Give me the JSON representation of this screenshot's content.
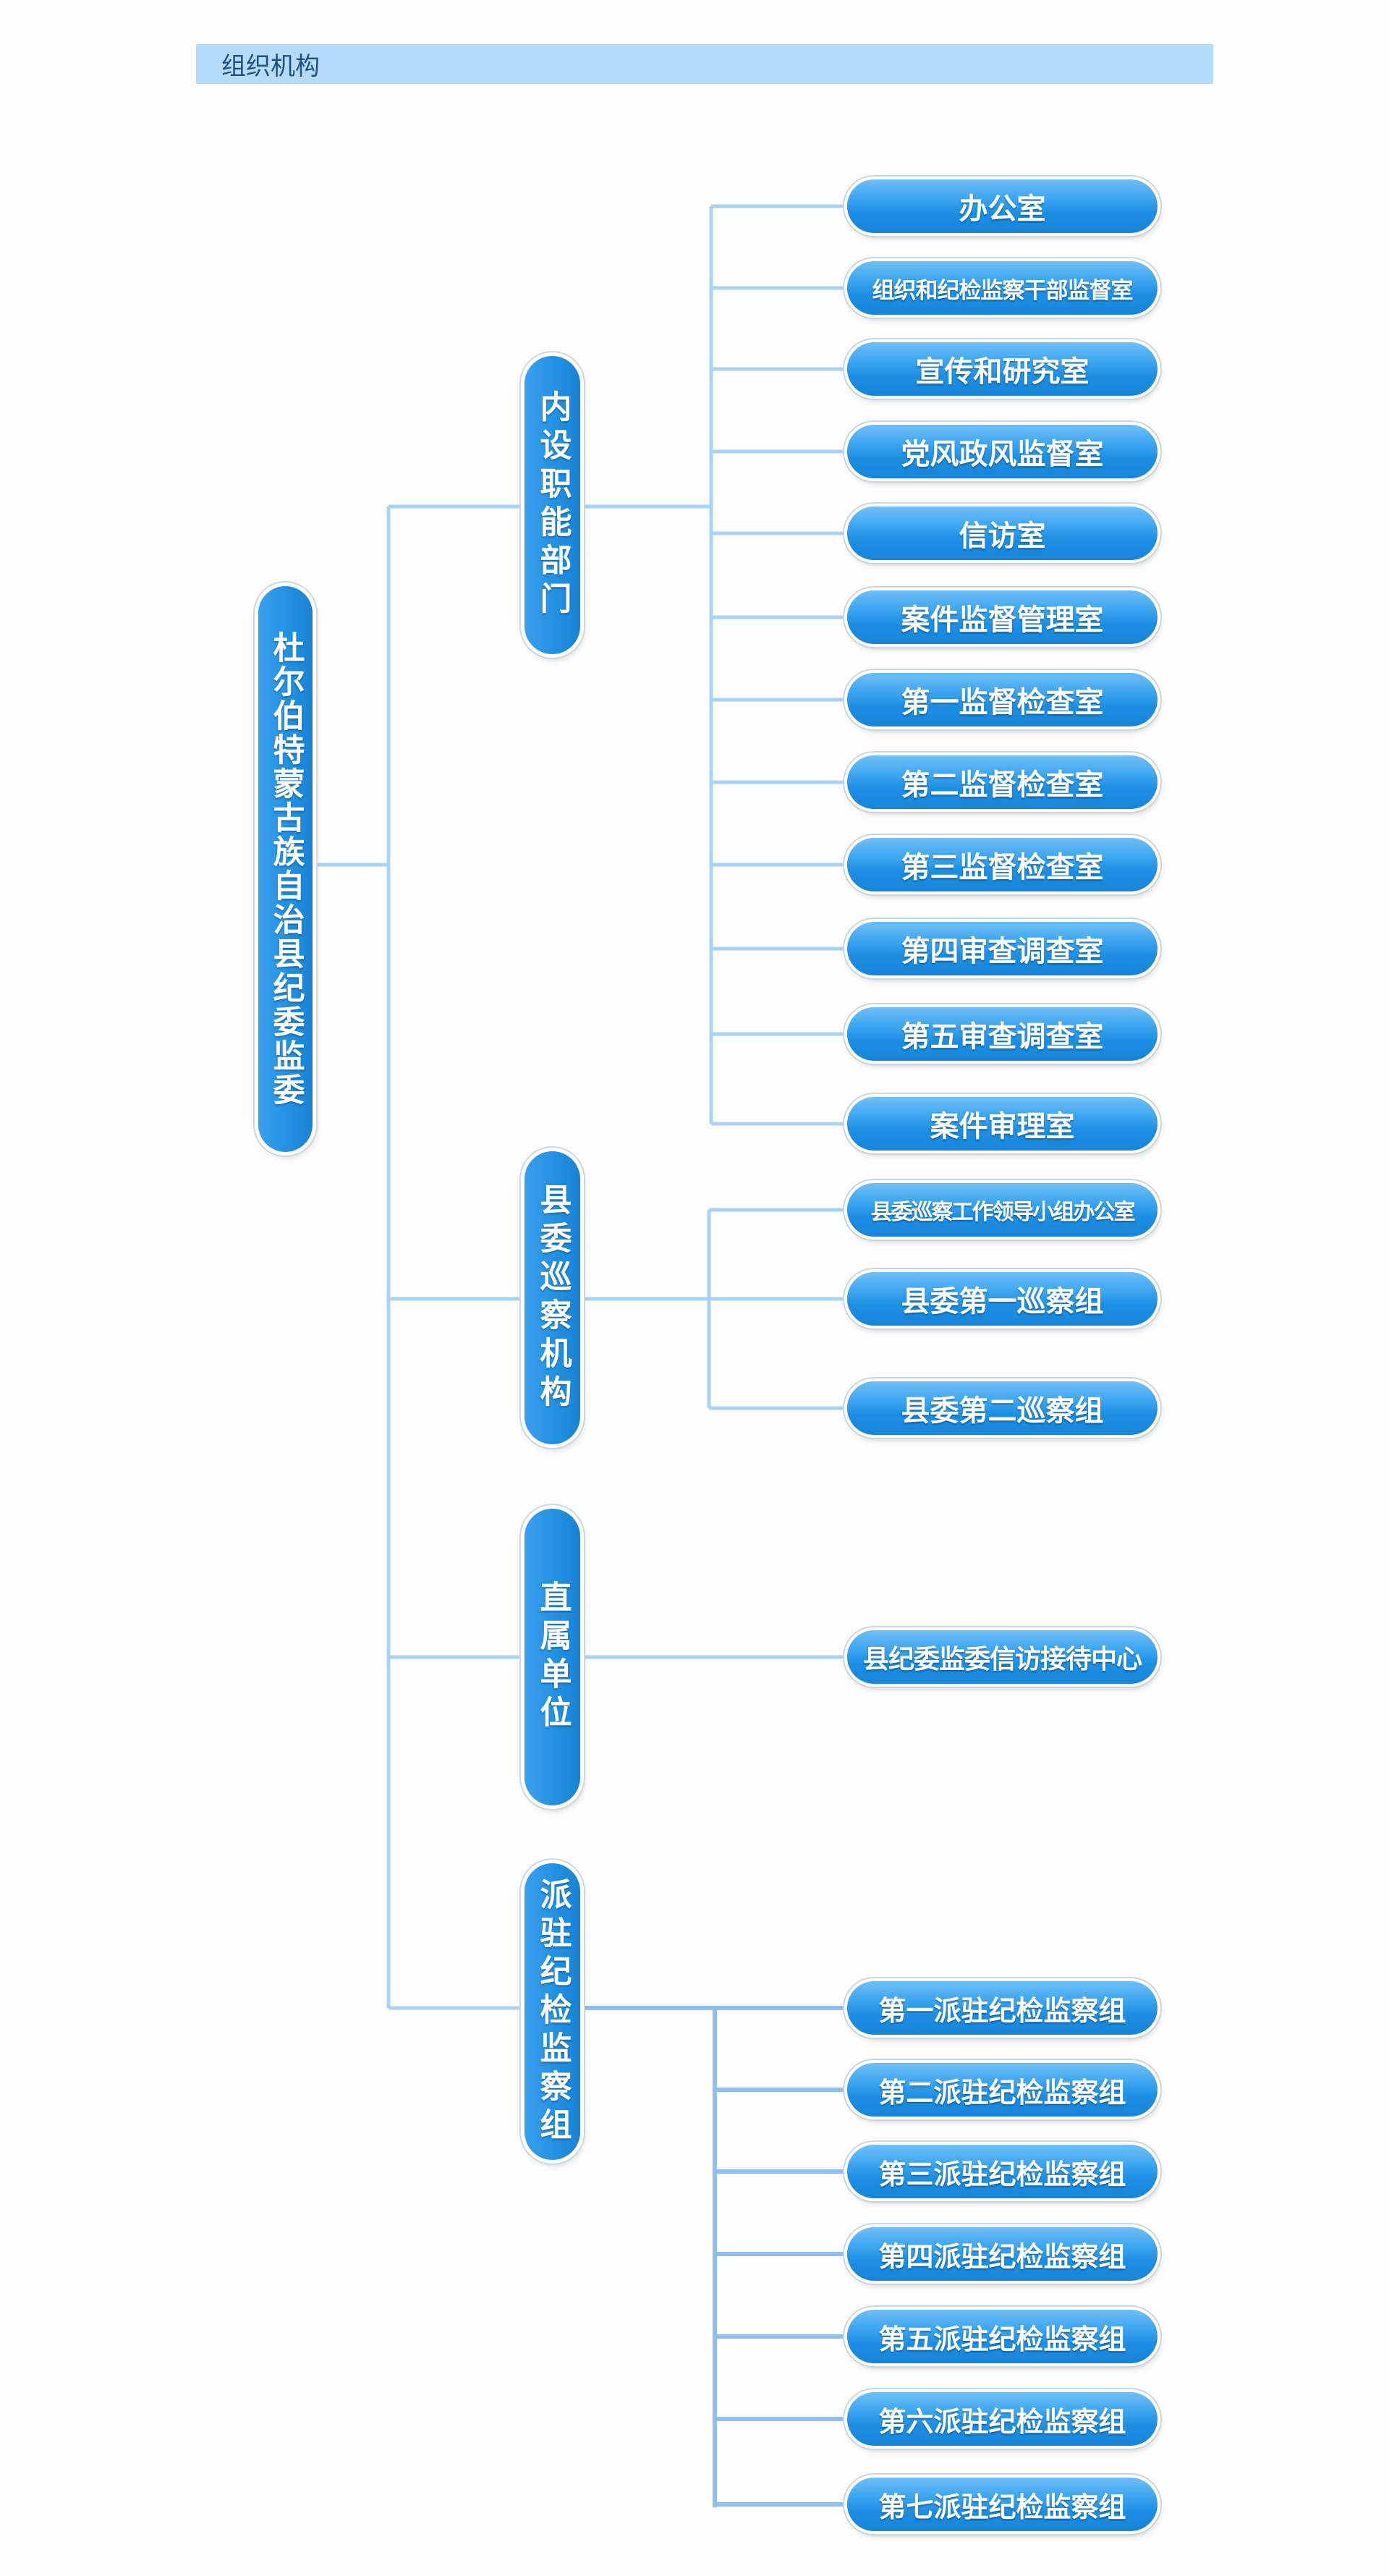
{
  "header": {
    "title": "组织机构"
  },
  "colors": {
    "header_bg": "#b5dcfd",
    "pill_blue": "#2291e2",
    "connector": "#a9d3f5"
  },
  "root": {
    "label": "杜尔伯特蒙古族自治县纪委监委"
  },
  "sections": [
    {
      "label": "内设职能部门",
      "children": [
        "办公室",
        "组织和纪检监察干部监督室",
        "宣传和研究室",
        "党风政风监督室",
        "信访室",
        "案件监督管理室",
        "第一监督检查室",
        "第二监督检查室",
        "第三监督检查室",
        "第四审查调查室",
        "第五审查调查室",
        "案件审理室"
      ]
    },
    {
      "label": "县委巡察机构",
      "children": [
        "县委巡察工作领导小组办公室",
        "县委第一巡察组",
        "县委第二巡察组"
      ]
    },
    {
      "label": "直属单位",
      "children": [
        "县纪委监委信访接待中心"
      ]
    },
    {
      "label": "派驻纪检监察组",
      "children": [
        "第一派驻纪检监察组",
        "第二派驻纪检监察组",
        "第三派驻纪检监察组",
        "第四派驻纪检监察组",
        "第五派驻纪检监察组",
        "第六派驻纪检监察组",
        "第七派驻纪检监察组"
      ]
    }
  ]
}
